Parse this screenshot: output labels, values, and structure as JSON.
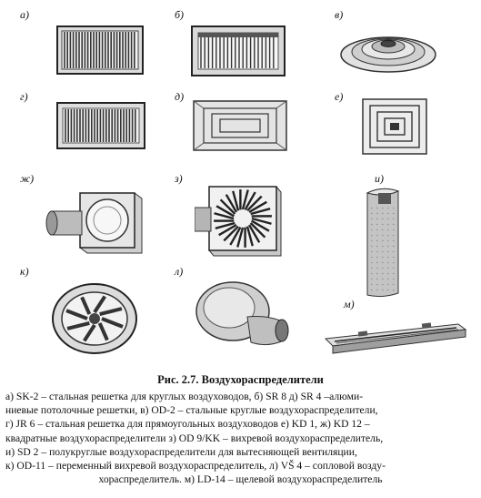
{
  "labels": {
    "a": "а)",
    "b": "б)",
    "v": "в)",
    "g": "г)",
    "d": "д)",
    "e": "е)",
    "zh": "ж)",
    "z": "з)",
    "i": "и)",
    "k": "к)",
    "l": "л)",
    "m": "м)"
  },
  "caption": {
    "title": "Рис. 2.7. Воздухораспределители",
    "lines": [
      "а) SK-2 – стальная решетка для круглых воздуховодов, б) SR 8 д) SR 4 –алюми-",
      "ниевые потолочные решетки, в) OD-2 – стальные круглые воздухораспределители,",
      "г) JR 6 – стальная решетка для прямоугольных воздуховодов е) KD 1, ж) KD 12 –",
      "квадратные воздухораспределители з) OD 9/KK – вихревой воздухораспределитель,",
      "и) SD 2 – полукруглые воздухораспределители для вытесняющей вентиляции,",
      "к) OD-11 – переменный вихревой воздухораспределитель, л) VŠ 4 – сопловой возду-",
      "хораспределитель. м) LD-14 – щелевой воздухораспределитель"
    ]
  },
  "colors": {
    "ink": "#1a1a1a",
    "mid": "#6b6b6b",
    "light": "#bdbdbd"
  }
}
